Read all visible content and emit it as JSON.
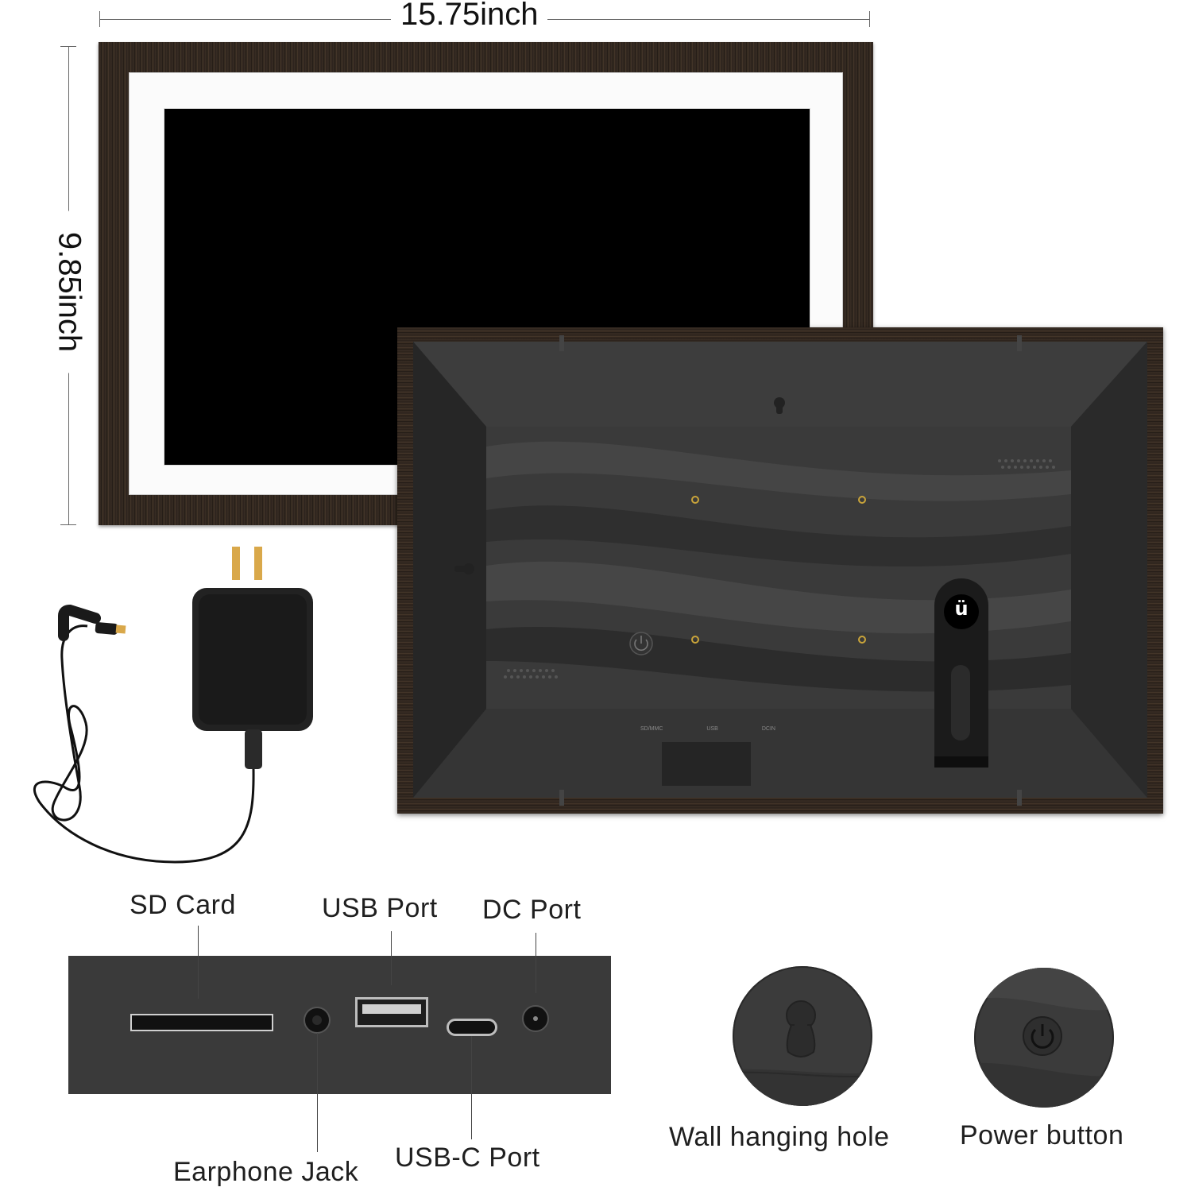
{
  "dimensions": {
    "width_label": "15.75inch",
    "height_label": "9.85inch"
  },
  "ports": {
    "sd_card": "SD Card",
    "usb_port": "USB Port",
    "dc_port": "DC Port",
    "earphone_jack": "Earphone Jack",
    "usb_c_port": "USB-C Port"
  },
  "details": {
    "wall_hanging_hole": "Wall hanging hole",
    "power_button": "Power button"
  },
  "back_panel": {
    "port_markings": [
      "SD/MMC",
      "USB",
      "DCIN"
    ]
  },
  "stand_logo": "ü",
  "colors": {
    "frame_wood": "#2a211b",
    "mat_white": "#ffffff",
    "screen": "#000000",
    "back_panel": "#3a3a3a",
    "screw_gold": "#c9a43a"
  }
}
